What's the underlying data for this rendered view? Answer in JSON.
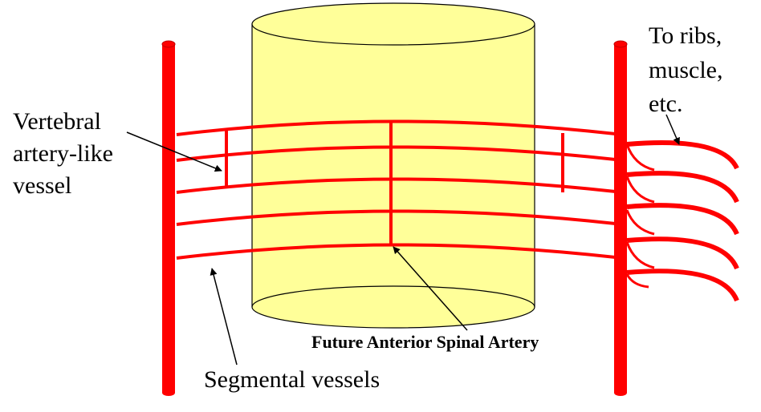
{
  "labels": {
    "ribs": [
      "To ribs,",
      "muscle,",
      "etc."
    ],
    "vertebral": [
      "Vertebral",
      "artery-like",
      "vessel"
    ],
    "anterior_spinal": "Future Anterior Spinal Artery",
    "segmental": "Segmental vessels"
  },
  "colors": {
    "vessel": "#ff0000",
    "cylinder_fill": "#ffff99",
    "outline": "#000000",
    "background": "#ffffff"
  }
}
